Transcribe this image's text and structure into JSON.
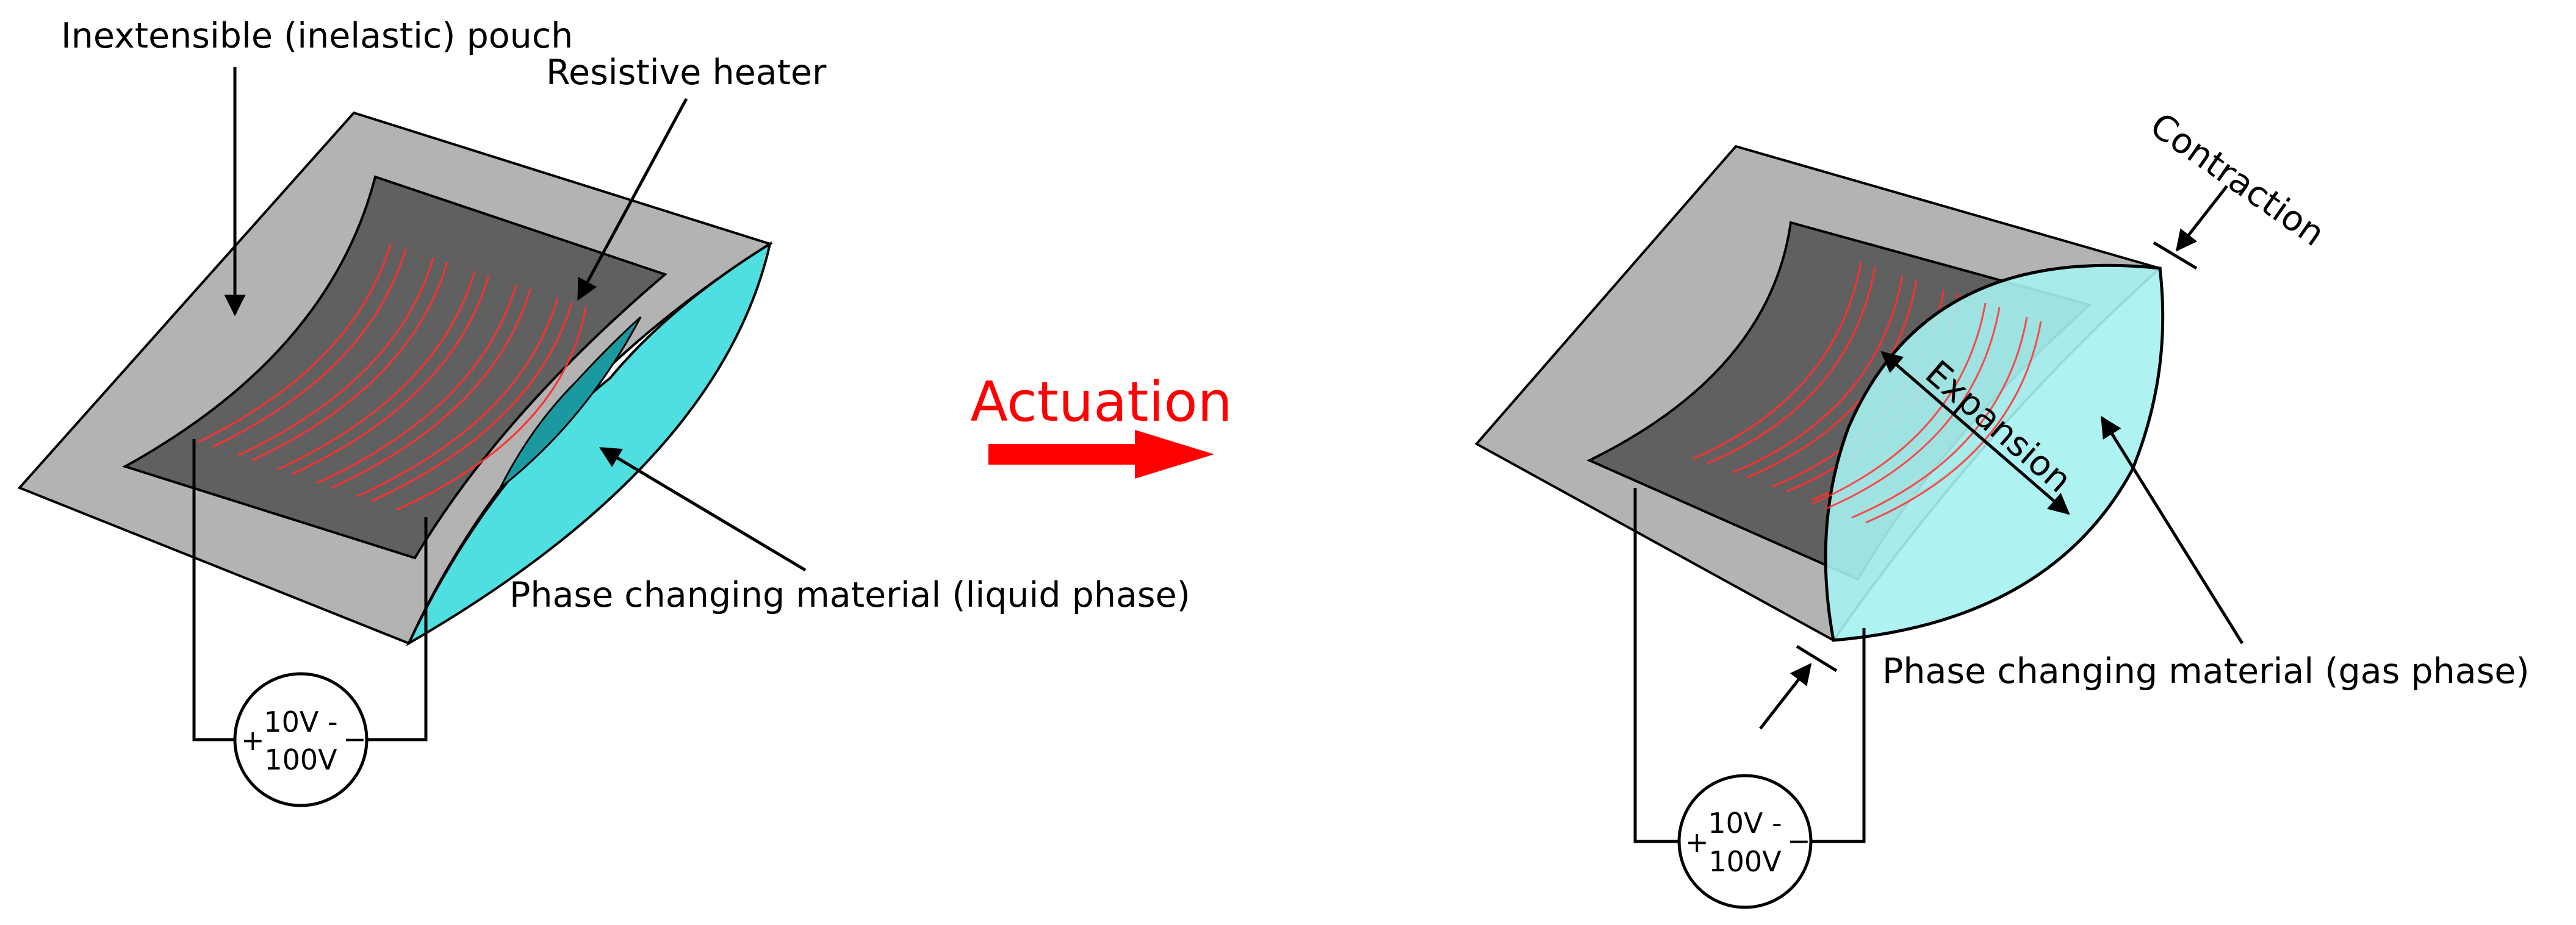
{
  "labels": {
    "pouch": "Inextensible (inelastic) pouch",
    "heater": "Resistive heater",
    "liquid": "Phase changing material (liquid phase)",
    "actuation": "Actuation",
    "contraction": "Contraction",
    "expansion": "Expansion",
    "gas": "Phase changing material (gas phase)"
  },
  "power_supply": {
    "left": {
      "plus": "+",
      "minus": "−",
      "line1": "10V -",
      "line2": "100V"
    },
    "right": {
      "plus": "+",
      "minus": "−",
      "line1": "10V -",
      "line2": "100V"
    }
  },
  "colors": {
    "pouch_gray": "#b3b3b3",
    "heater_dark": "#606060",
    "heater_trace": "#ff3030",
    "liquid_cyan": "#4fdfe0",
    "liquid_dark": "#1a9aa0",
    "gas_cyan": "#a6f1f1",
    "actuation_red": "#ff0000"
  }
}
